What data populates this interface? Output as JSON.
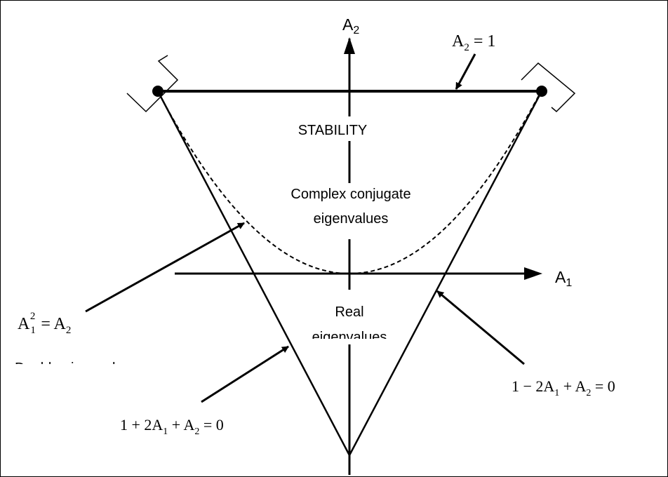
{
  "axes": {
    "y_label": {
      "main": "A",
      "sub": "2"
    },
    "x_label": {
      "main": "A",
      "sub": "1"
    }
  },
  "regions": {
    "stability": "STABILITY",
    "complex_line1": "Complex conjugate",
    "complex_line2": "eigenvalues",
    "real_line1": "Real",
    "real_line2": "eigenvalues"
  },
  "annotations": {
    "top_eq": {
      "a": "A",
      "sub": "2",
      "rest": " = 1"
    },
    "parabola_eq": {
      "a": "A",
      "sub1": "1",
      "sup": "2",
      "mid": " = A",
      "sub2": "2"
    },
    "double_eig": "Double eigenvalue",
    "left_line_eq": {
      "p1": "1 + 2A",
      "s1": "1",
      "p2": " + A",
      "s2": "2",
      "p3": " = 0"
    },
    "right_line_eq": {
      "p1": "1 − 2A",
      "s1": "1",
      "p2": " + A",
      "s2": "2",
      "p3": " = 0"
    }
  },
  "colors": {
    "ink": "#000000",
    "background": "#ffffff"
  }
}
